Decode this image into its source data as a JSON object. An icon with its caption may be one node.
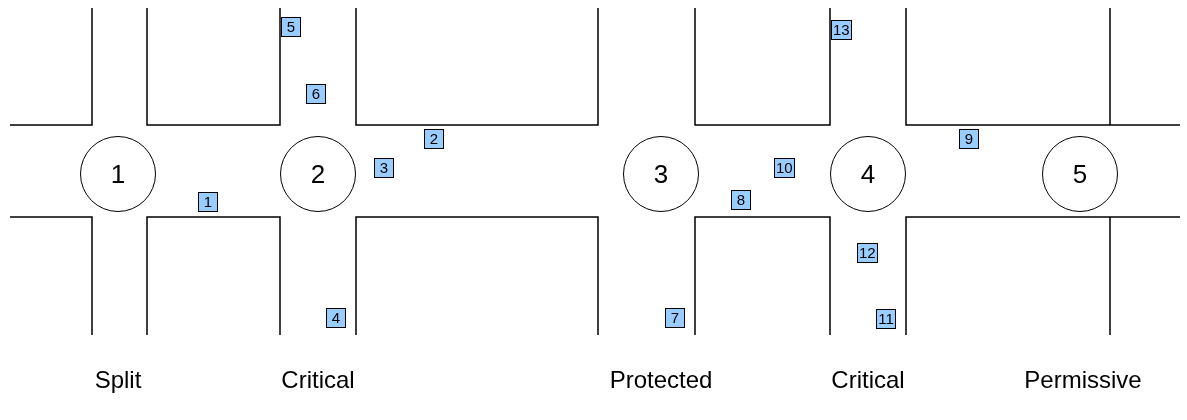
{
  "diagram": {
    "nodes": [
      {
        "text": [
          "1"
        ]
      },
      {
        "text": [
          "2"
        ]
      },
      {
        "text": [
          "3"
        ]
      },
      {
        "text": [
          "4"
        ]
      },
      {
        "text": [
          "5"
        ]
      },
      {
        "text": [
          "1"
        ]
      },
      {
        "text": [
          "2"
        ]
      },
      {
        "text": [
          "3"
        ]
      },
      {
        "text": [
          "4"
        ]
      },
      {
        "text": [
          "5"
        ]
      },
      {
        "text": [
          "6"
        ]
      },
      {
        "text": [
          "7"
        ]
      },
      {
        "text": [
          "8"
        ]
      },
      {
        "text": [
          "9"
        ]
      },
      {
        "text": [
          "10"
        ]
      },
      {
        "text": [
          "11"
        ]
      },
      {
        "text": [
          "12"
        ]
      },
      {
        "text": [
          "13"
        ]
      }
    ],
    "labels": [
      "Split",
      "Critical",
      "Protected",
      "Critical",
      "Permissive"
    ]
  }
}
